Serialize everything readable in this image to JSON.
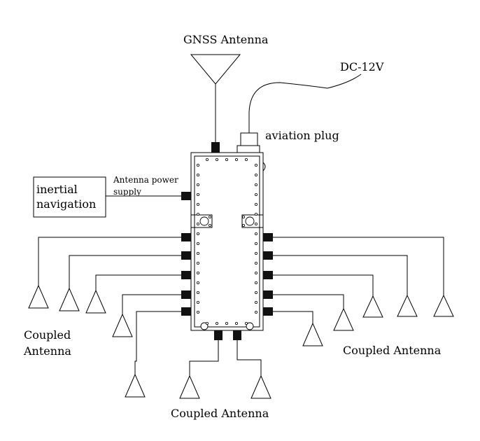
{
  "labels": {
    "gnss_antenna": "GNSS Antenna",
    "dc_12v": "DC-12V",
    "aviation_plug": "aviation plug",
    "antenna_power_line1": "Antenna power",
    "antenna_power_line2": "supply",
    "inertial_line1": "inertial",
    "inertial_line2": "navigation",
    "coupled_left_line1": "Coupled",
    "coupled_left_line2": "Antenna",
    "coupled_right": "Coupled Antenna",
    "coupled_bottom": "Coupled Antenna"
  }
}
